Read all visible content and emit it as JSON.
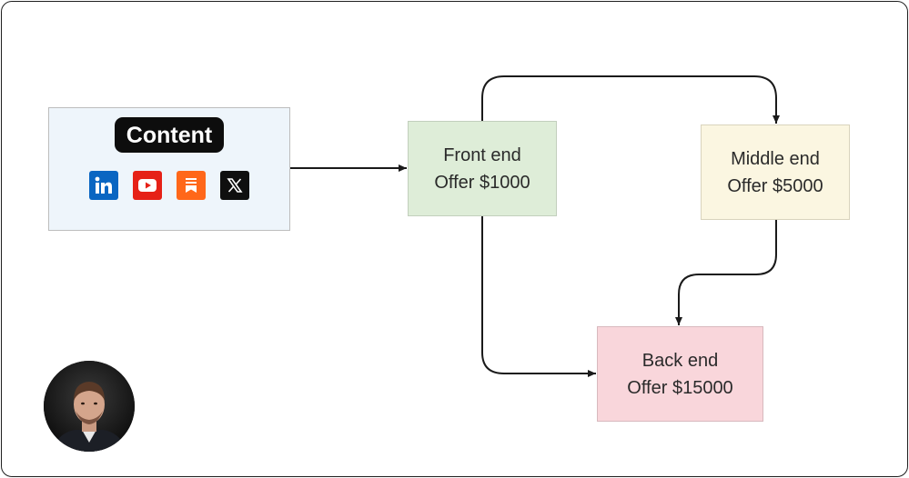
{
  "content": {
    "title": "Content",
    "icons": [
      "linkedin-icon",
      "youtube-icon",
      "substack-icon",
      "x-icon"
    ]
  },
  "front": {
    "line1": "Front end",
    "line2": "Offer $1000"
  },
  "middle": {
    "line1": "Middle end",
    "line2": "Offer $5000"
  },
  "back": {
    "line1": "Back end",
    "line2": "Offer $15000"
  },
  "colors": {
    "content_bg": "#eef5fb",
    "front_bg": "#deedd8",
    "middle_bg": "#fbf6e1",
    "back_bg": "#f9d6db",
    "linkedin": "#0a66c2",
    "youtube": "#e62117",
    "substack": "#ff6719",
    "x": "#0f0f0f"
  }
}
